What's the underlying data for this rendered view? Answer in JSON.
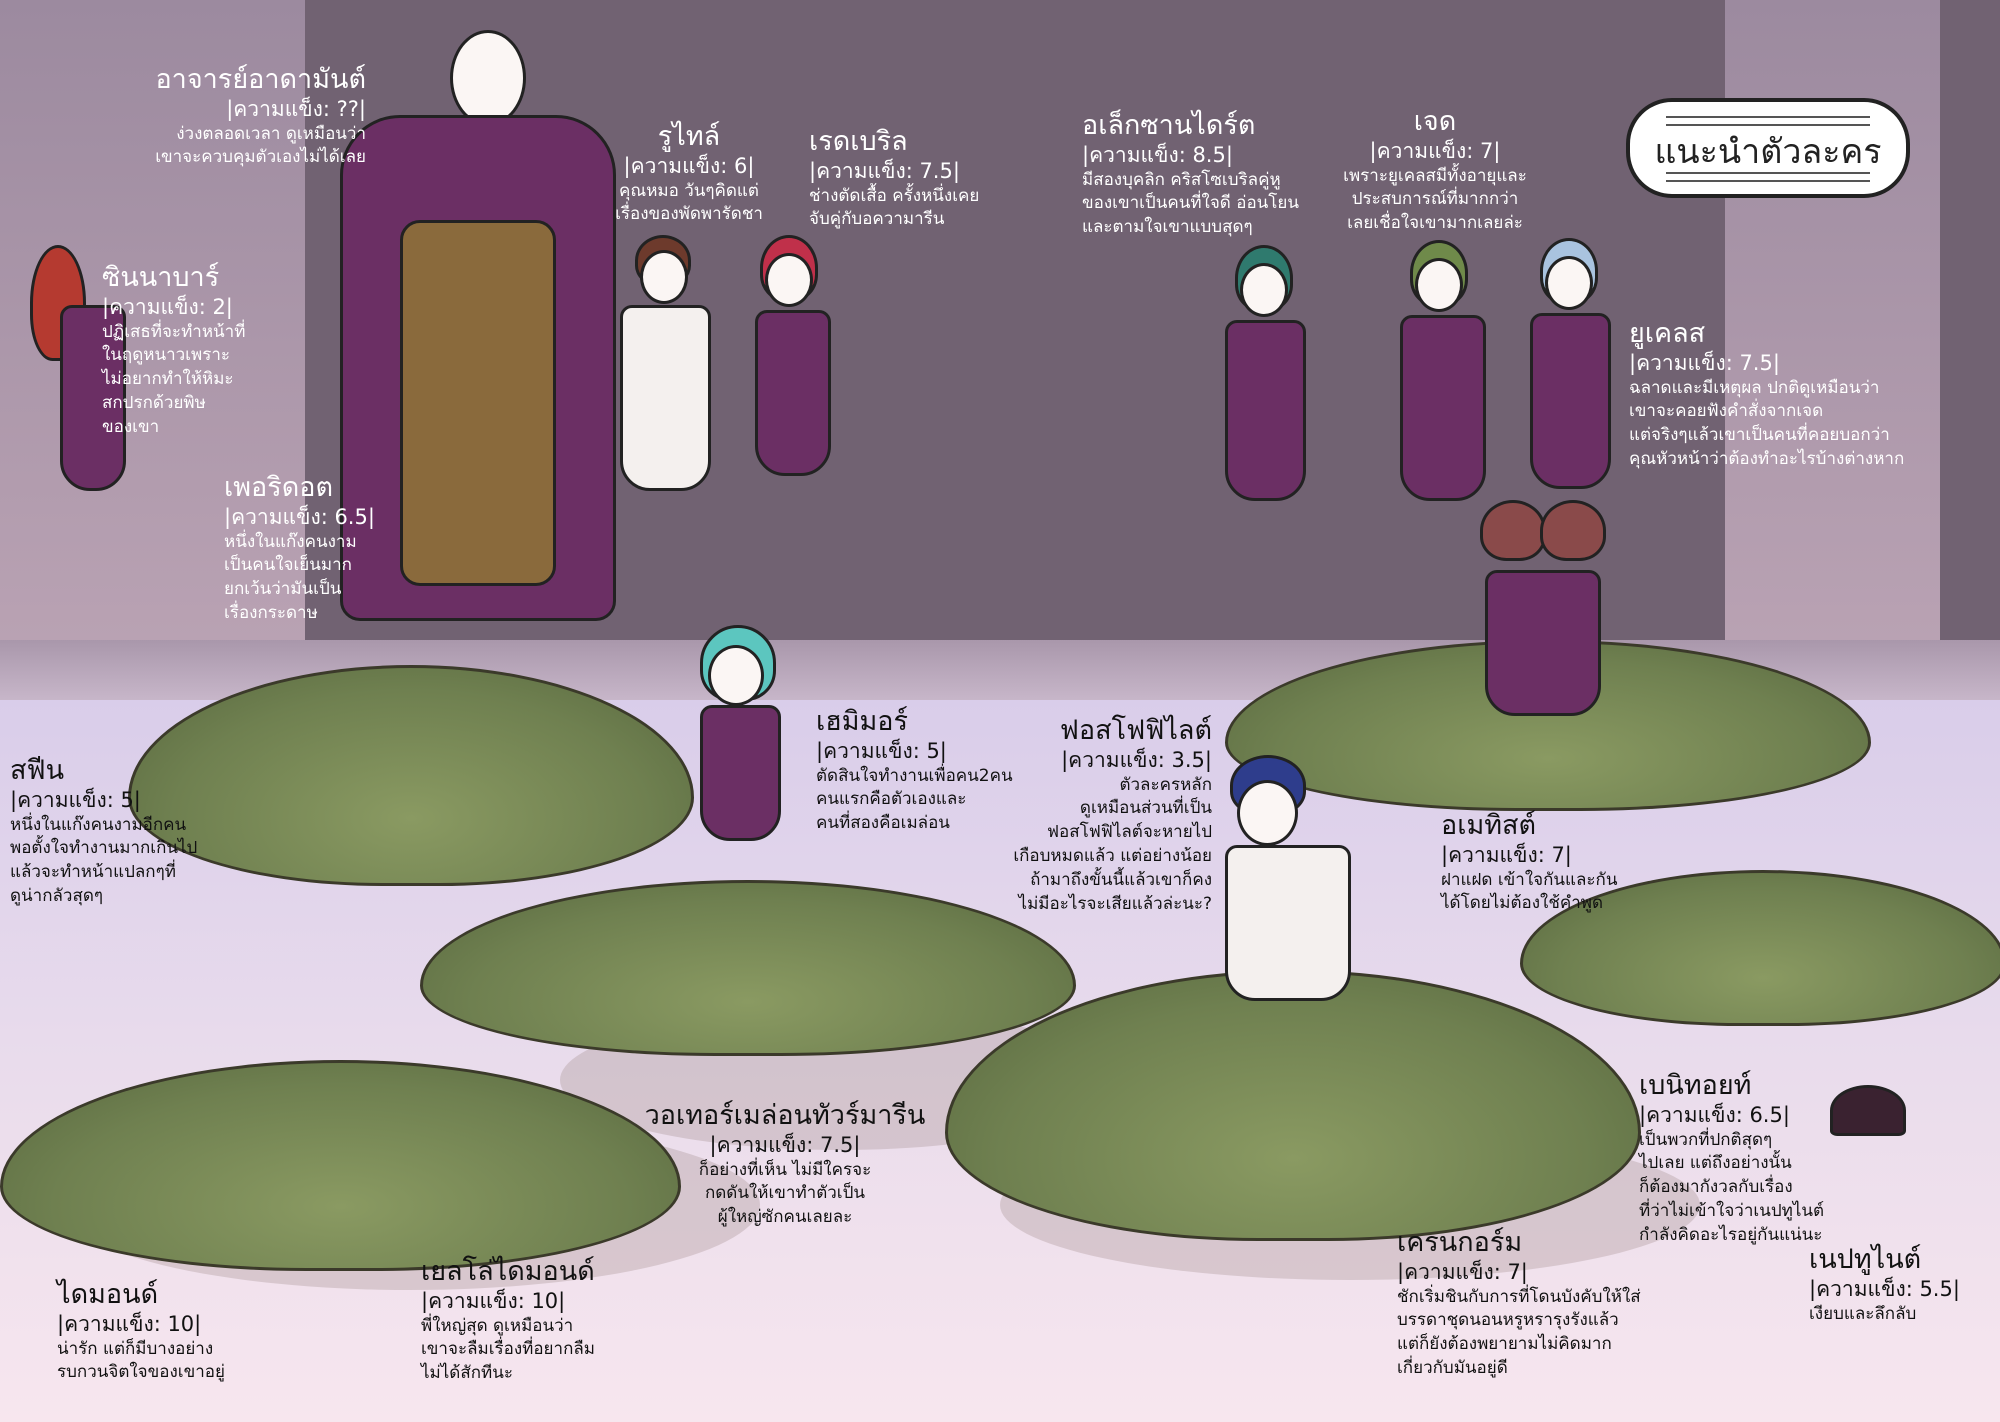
{
  "title": "แนะนำตัวละคร",
  "colors": {
    "wall": "#716272",
    "uniform": "#6b2f64",
    "grass": "#6f8050",
    "floor": "#e9dcec"
  },
  "characters": [
    {
      "name": "อาจารย์อาดามันต์",
      "strength": "|ความแข็ง: ??|",
      "desc": "ง่วงตลอดเวลา ดูเหมือนว่า\nเขาจะควบคุมตัวเองไม่ได้เลย"
    },
    {
      "name": "รูไทล์",
      "strength": "|ความแข็ง: 6|",
      "desc": "คุณหมอ วันๆคิดแต่\nเรื่องของพัดพารัดชา"
    },
    {
      "name": "เรดเบริล",
      "strength": "|ความแข็ง: 7.5|",
      "desc": "ช่างตัดเสื้อ ครั้งหนึ่งเคย\nจับคู่กับอความารีน"
    },
    {
      "name": "อเล็กซานไดร์ต",
      "strength": "|ความแข็ง: 8.5|",
      "desc": "มีสองบุคลิก คริสโซเบริลคู่หู\nของเขาเป็นคนที่ใจดี อ่อนโยน\nและตามใจเขาแบบสุดๆ"
    },
    {
      "name": "เจด",
      "strength": "|ความแข็ง: 7|",
      "desc": "เพราะยูเคลสมีทั้งอายุและ\nประสบการณ์ที่มากกว่า\nเลยเชื่อใจเขามากเลยล่ะ"
    },
    {
      "name": "ยูเคลส",
      "strength": "|ความแข็ง: 7.5|",
      "desc": "ฉลาดและมีเหตุผล ปกติดูเหมือนว่า\nเขาจะคอยฟังคำสั่งจากเจด\nแต่จริงๆแล้วเขาเป็นคนที่คอยบอกว่า\nคุณหัวหน้าว่าต้องทำอะไรบ้างต่างหาก"
    },
    {
      "name": "ซินนาบาร์",
      "strength": "|ความแข็ง: 2|",
      "desc": "ปฏิเสธที่จะทำหน้าที่\nในฤดูหนาวเพราะ\nไม่อยากทำให้หิมะ\nสกปรกด้วยพิษ\nของเขา"
    },
    {
      "name": "เพอริดอต",
      "strength": "|ความแข็ง: 6.5|",
      "desc": "หนึ่งในแก๊งคนงาม\nเป็นคนใจเย็นมาก\nยกเว้นว่ามันเป็น\nเรื่องกระดาษ"
    },
    {
      "name": "สฟีน",
      "strength": "|ความแข็ง: 5|",
      "desc": "หนึ่งในแก๊งคนงามอีกคน\nพอตั้งใจทำงานมากเกินไป\nแล้วจะทำหน้าแปลกๆที่\nดูน่ากลัวสุดๆ"
    },
    {
      "name": "เฮมิมอร์",
      "strength": "|ความแข็ง: 5|",
      "desc": "ตัดสินใจทำงานเพื่อคน2คน\nคนแรกคือตัวเองและ\nคนที่สองคือเมล่อน"
    },
    {
      "name": "ฟอสโฟฟิไลต์",
      "strength": "|ความแข็ง: 3.5|",
      "desc": "ตัวละครหลัก\nดูเหมือนส่วนที่เป็น\nฟอสโฟฟิไลต์จะหายไป\nเกือบหมดแล้ว แต่อย่างน้อย\nถ้ามาถึงขั้นนี้แล้วเขาก็คง\nไม่มีอะไรจะเสียแล้วล่ะนะ?"
    },
    {
      "name": "อเมทิสต์",
      "strength": "|ความแข็ง: 7|",
      "desc": "ฝาแฝด เข้าใจกันและกัน\nได้โดยไม่ต้องใช้คำพูด"
    },
    {
      "name": "วอเทอร์เมล่อนทัวร์มารีน",
      "strength": "|ความแข็ง: 7.5|",
      "desc": "ก็อย่างที่เห็น ไม่มีใครจะ\nกดดันให้เขาทำตัวเป็น\nผู้ใหญ่ซักคนเลยละ"
    },
    {
      "name": "เบนิทอยท์",
      "strength": "|ความแข็ง: 6.5|",
      "desc": "เป็นพวกที่ปกติสุดๆ\nไปเลย แต่ถึงอย่างนั้น\nก็ต้องมากังวลกับเรื่อง\nที่ว่าไม่เข้าใจว่าเนปทูไนต์\nกำลังคิดอะไรอยู่กันแน่นะ"
    },
    {
      "name": "เนปทูไนต์",
      "strength": "|ความแข็ง: 5.5|",
      "desc": "เงียบและลึกลับ"
    },
    {
      "name": "เครนกอร์ม",
      "strength": "|ความแข็ง: 7|",
      "desc": "ชักเริ่มชินกับการที่โดนบังคับให้ใส่\nบรรดาชุดนอนหรูหรารุงรังแล้ว\nแต่ก็ยังต้องพยายามไม่คิดมาก\nเกี่ยวกับมันอยู่ดี"
    },
    {
      "name": "ไดมอนด์",
      "strength": "|ความแข็ง: 10|",
      "desc": "น่ารัก แต่ก็มีบางอย่าง\nรบกวนจิตใจของเขาอยู่"
    },
    {
      "name": "เยลโล่ไดมอนด์",
      "strength": "|ความแข็ง: 10|",
      "desc": "พี่ใหญ่สุด ดูเหมือนว่า\nเขาจะลืมเรื่องที่อยากลืม\nไม่ได้สักทีนะ"
    }
  ]
}
